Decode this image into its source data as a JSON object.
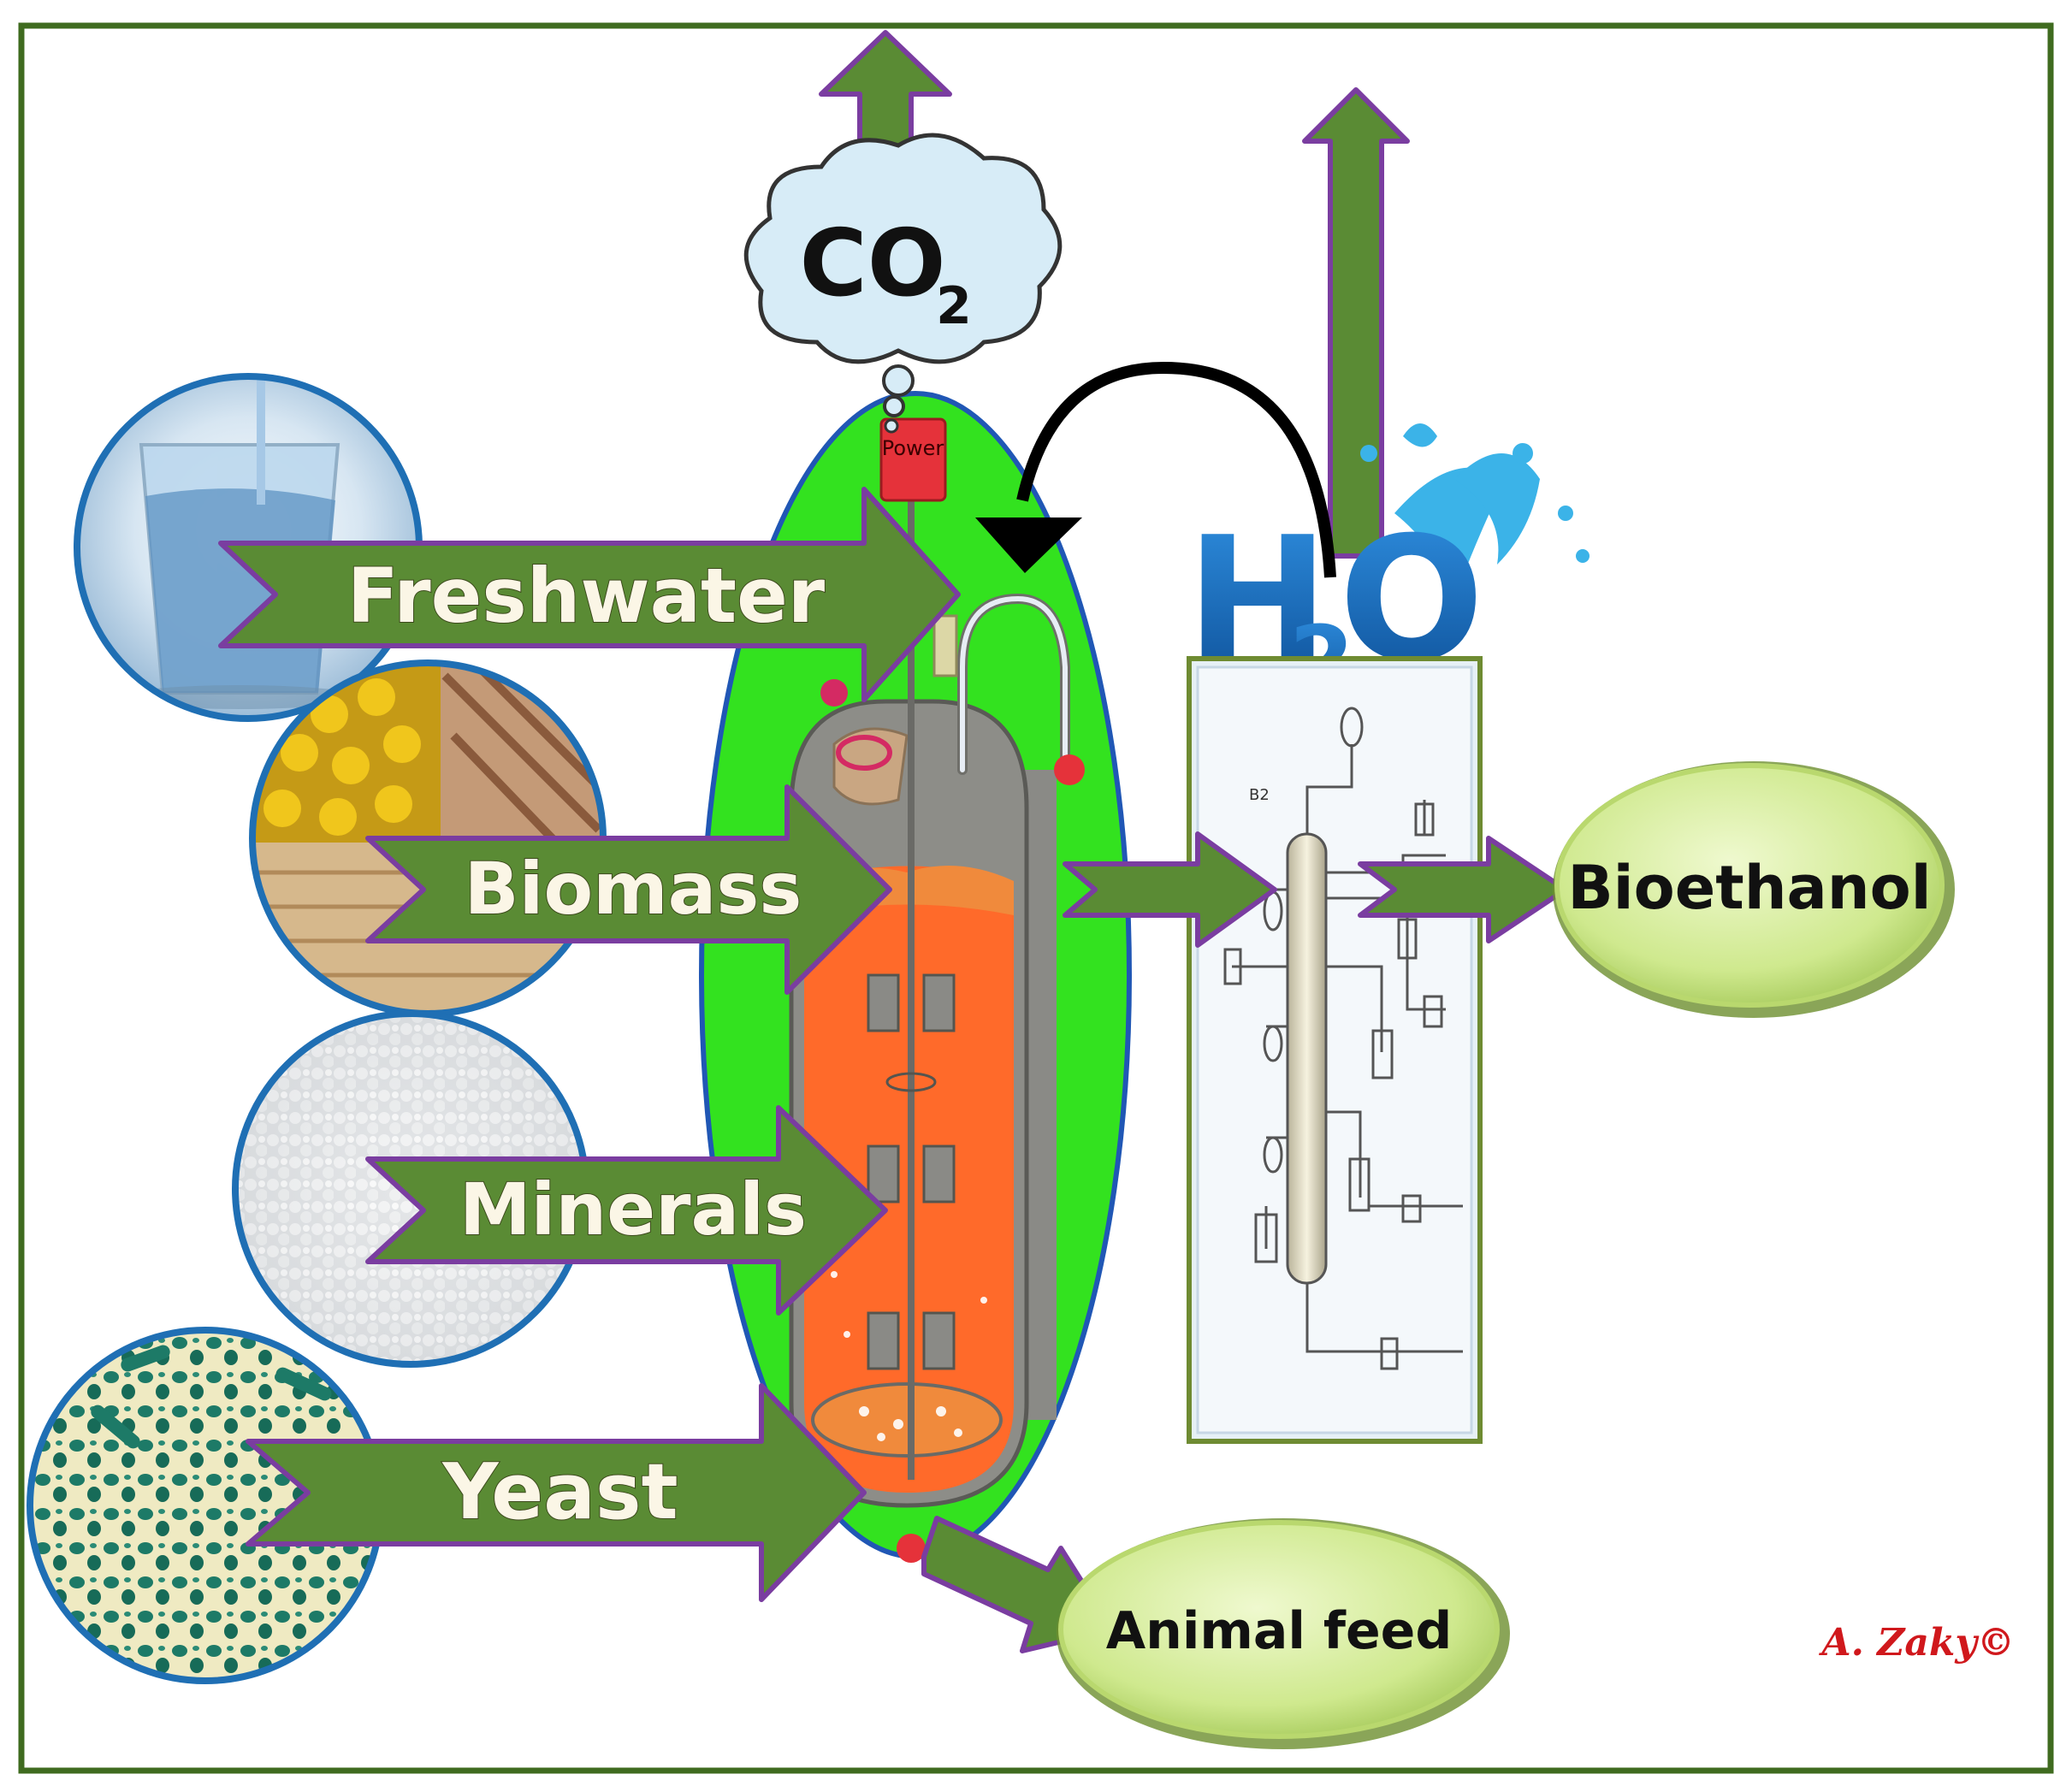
{
  "inputs": {
    "freshwater": "Freshwater",
    "biomass": "Biomass",
    "minerals": "Minerals",
    "yeast": "Yeast"
  },
  "reactor": {
    "power_label": "Power"
  },
  "emissions": {
    "co2_main": "CO",
    "co2_sub": "2",
    "h2o_h": "H",
    "h2o_sub": "2",
    "h2o_o": "O"
  },
  "outputs": {
    "bioethanol": "Bioethanol",
    "animal_feed": "Animal feed"
  },
  "distillation": {
    "column_tag": "B2"
  },
  "credit": "A. Zaky©",
  "colors": {
    "frame": "#3f6b1f",
    "arrow_fill": "#5a8b34",
    "arrow_outline": "#7a3da0",
    "reactor_zone": "#33e21f",
    "broth": "#ff6a2a",
    "output_oval": "#d3ec9b",
    "h2o_blue": "#1a6fbf",
    "credit": "#d0181c"
  }
}
